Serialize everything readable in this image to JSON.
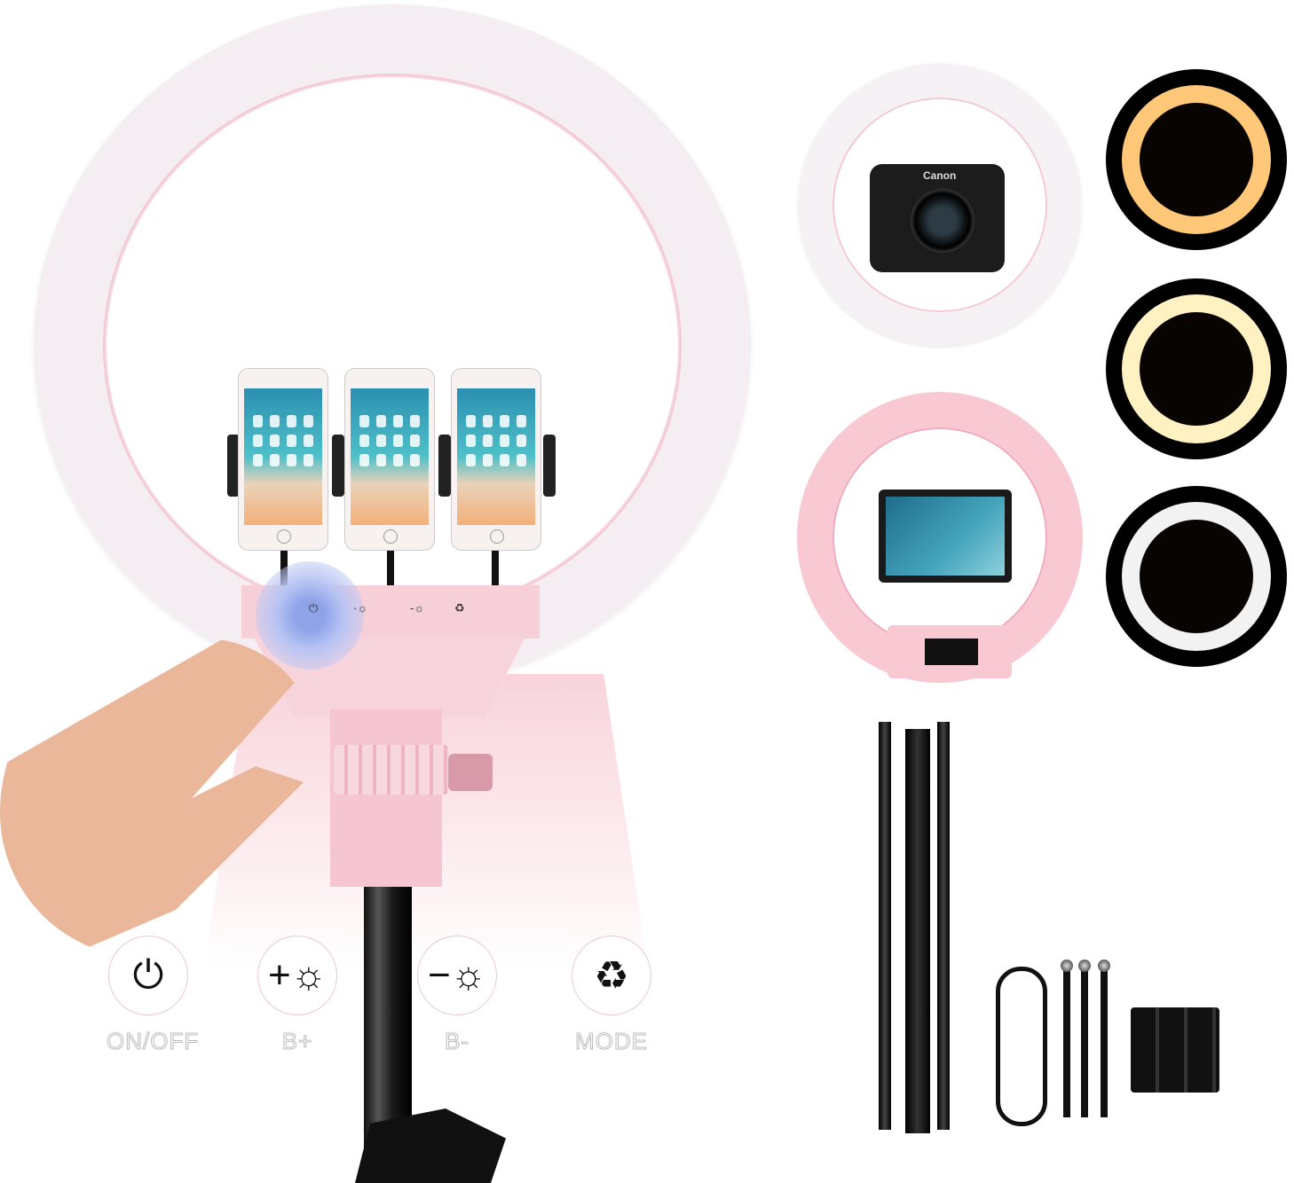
{
  "product": {
    "type": "ring-light-kit",
    "main_color": "#f8c9d3",
    "phones_in_holders": 3
  },
  "panel_controls": {
    "items": [
      {
        "id": "power",
        "icon": "power-icon",
        "label": "ON/OFF",
        "glyph": "⏻"
      },
      {
        "id": "brightness-up",
        "icon": "brightness-up-icon",
        "label": "B+",
        "glyph": "+☼"
      },
      {
        "id": "brightness-down",
        "icon": "brightness-down-icon",
        "label": "B-",
        "glyph": "−☼"
      },
      {
        "id": "mode",
        "icon": "mode-cycle-icon",
        "label": "MODE",
        "glyph": "♻"
      }
    ]
  },
  "mini_panel": {
    "glyphs": [
      "⏻",
      "·☼",
      "-☼",
      "♻"
    ]
  },
  "camera": {
    "brand": "Canon"
  },
  "color_modes": [
    {
      "name": "warm",
      "color": "#ffc878"
    },
    {
      "name": "neutral",
      "color": "#fff1c2"
    },
    {
      "name": "cool",
      "color": "#f2f2f2"
    }
  ],
  "accessories": [
    "tripod-stand",
    "power-cable",
    "gooseneck-x3",
    "phone-holder-x3"
  ]
}
